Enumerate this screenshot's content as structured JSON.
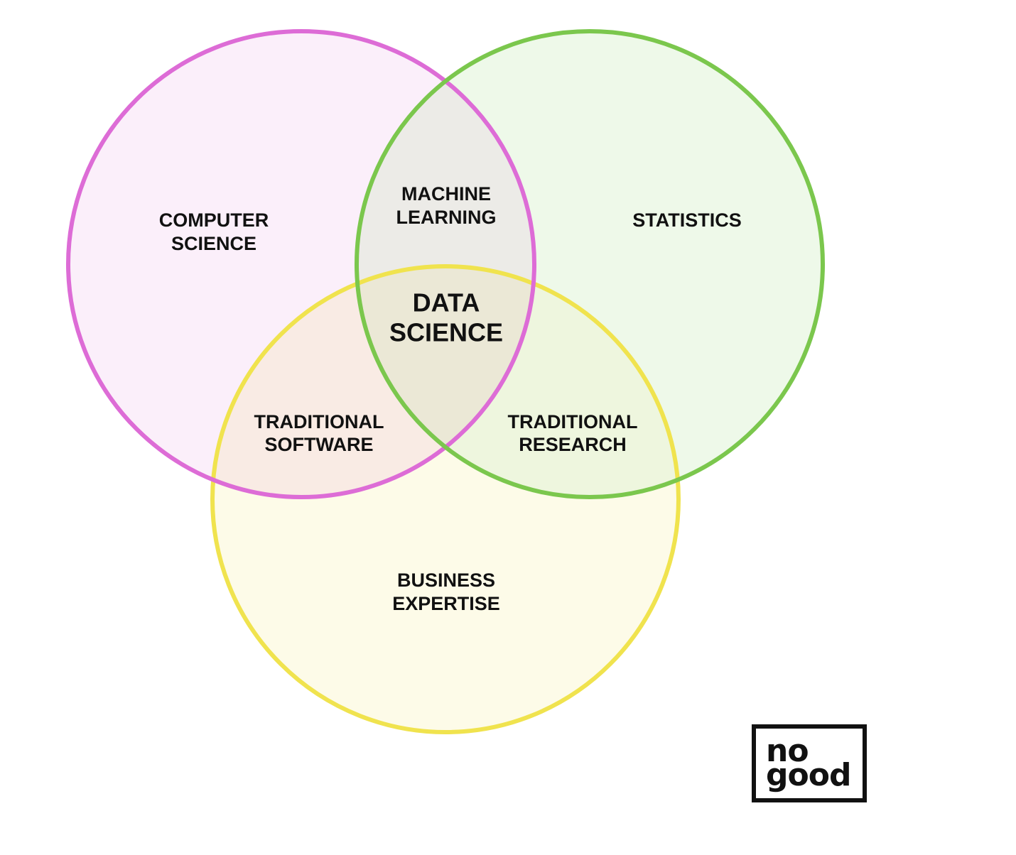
{
  "diagram": {
    "colors": {
      "pink": "#dd6cd6",
      "green": "#7bc74d",
      "yellow": "#f0e34e",
      "pink_fill": "#fbeffa",
      "green_fill": "#eef9e9",
      "yellow_fill": "#fdfbe8",
      "text": "#111111"
    },
    "labels": {
      "computer_science": [
        "COMPUTER",
        "SCIENCE"
      ],
      "statistics": [
        "STATISTICS"
      ],
      "business_expertise": [
        "BUSINESS",
        "EXPERTISE"
      ],
      "machine_learning": [
        "MACHINE",
        "LEARNING"
      ],
      "traditional_software": [
        "TRADITIONAL",
        "SOFTWARE"
      ],
      "traditional_research": [
        "TRADITIONAL",
        "RESEARCH"
      ],
      "data_science": [
        "DATA",
        "SCIENCE"
      ]
    }
  },
  "logo": {
    "line1": "no",
    "line2": "good"
  }
}
